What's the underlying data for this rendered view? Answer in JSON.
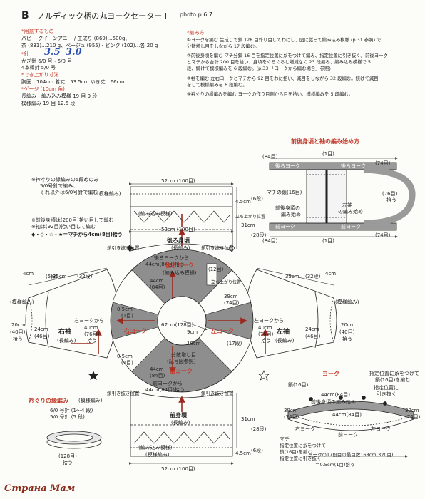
{
  "header": {
    "letter": "B",
    "title": "ノルディック柄の丸ヨークセーター Ⅰ",
    "photo_ref": "photo p.6,7"
  },
  "materials": {
    "heading": "*用意するもの",
    "line1": "パピー クイーンアニー / 生成り (869)…500g、",
    "line2": "茶 (831)…210 g、ベージュ (955)・ピンク (102)…各 20 g",
    "needle_heading": "*針",
    "needle_line1": "かぎ針 6/0 号・5/0 号",
    "needle_line2": "4本棒針 5/0 号",
    "handwritten_1": "3.5",
    "handwritten_2": "3.0",
    "size_heading": "*でき上がり寸法",
    "size_line": "胸囲…104cm 着丈…53.5cm ゆき丈…66cm",
    "gauge_heading": "*ゲージ (10cm 角)",
    "gauge_line1": "長編み・編み込み模様 19 目 9 段",
    "gauge_line2": "模様編み 19 目 12.5 段"
  },
  "method": {
    "heading": "*編み方",
    "step1": "①ヨークを編む 生成りで鎖 128 目作り目してわにし、図に従って編み込み模様 (p.31 参照) で",
    "step1b": "分散増し目をしながら 17 段編む。",
    "step2": "②前後身頃を編む マチ分鎖 16 目を指定位置に糸をつけて編み、指定位置に引き抜く。前後ヨーク",
    "step2b": "とマチから合計 200 目を拾い、身頃をぐるぐると増減なく 23 段編み、編み込み模様で 5",
    "step2c": "段、続けて模様編みを 6 段編む。(p.33 「ヨークから編む場合」参照)",
    "step3": "③袖を編む 左右ヨークとマチから 92 目をわに拾い、減目をしながら 32 段編む。続けて減目",
    "step3b": "をして模様編みを 6 段編む。",
    "step4": "④衿ぐりの縁編みを編む ヨークの作り目側から目を拾い、模様編みを 5 段編む。"
  },
  "notes": {
    "collar_note1": "※衿ぐりの縁編みの5段めのみ",
    "collar_note2": "5/0号針で編み、",
    "collar_note3": "それ以外は6/0号針で編む",
    "body_pickup": "※前後身頃は(200目)拾い目して編む",
    "sleeve_pickup": "※袖は(92目)拾い目して編む",
    "gusset_pickup": "◆・◇・☆・★＝マチから4cm(8目)拾う"
  },
  "diagram": {
    "top_width": "52cm (100目)",
    "top_height": "4.5cm",
    "top_rows": "(6段)",
    "back_border": "(模様編み)",
    "back_jacquard": "(編み込み模様)",
    "back_mid_width": "52cm (100目)",
    "back_title": "後ろ身頃",
    "back_sub": "(長編み)",
    "back_height": "31cm",
    "back_rows": "(28段)",
    "back_rise": "立ち上がり位置",
    "cut_left": "鎖引き抜き位置",
    "cut_right": "鎖引き抜き位置",
    "back_from_yoke": "後ろヨークから",
    "back_from_yoke_count": "44cm(84目)拾う",
    "sleeve_cuff_w": "4cm",
    "sleeve_cuff_rows": "(5段)",
    "sleeve_len": "35cm",
    "sleeve_len_rows": "(32段)",
    "sleeve_top": "24cm",
    "sleeve_top_st": "(46目)",
    "sleeve_cuff": "20cm",
    "sleeve_cuff_st": "(40目)",
    "sleeve_cuff_pick": "拾う",
    "sleeve_border": "(模様編み)",
    "right_sleeve": "右袖",
    "left_sleeve": "左袖",
    "sleeve_sub": "(長編み)",
    "right_from_yoke": "右ヨークから",
    "left_from_yoke": "左ヨークから",
    "from_yoke_len": "40cm",
    "from_yoke_st": "(76目)",
    "from_yoke_pick": "拾う",
    "yoke_back": "後ろヨーク",
    "yoke_back_sub": "(編み込み模様)",
    "yoke_right": "右ヨーク",
    "yoke_left": "左ヨーク",
    "yoke_front": "前ヨーク",
    "yoke_44": "44cm",
    "yoke_84": "(84目)",
    "yoke_12": "(12目)",
    "yoke_05": "0.5cm",
    "yoke_1st": "(1目)",
    "yoke_39": "39cm",
    "yoke_74": "(74目)",
    "yoke_67": "67cm(128目)",
    "yoke_9": "9cm",
    "yoke_18": "18cm",
    "yoke_17": "(17段)",
    "yoke_rise": "立ち上がり位置",
    "yoke_decrease": "分散増し目",
    "yoke_decrease_ref": "(記号図参照)",
    "front_from_yoke": "前ヨークから",
    "front_from_yoke_count": "44cm(84目)拾う",
    "front_title": "前身頃",
    "front_sub": "(長編み)",
    "front_jacquard": "(編み込み模様)",
    "front_border": "(模様編み)",
    "bottom_width": "52cm (100目)",
    "collar_title": "衿ぐりの縁編み",
    "collar_sub": "(模様編み)",
    "collar_n1": "6/0 号針 (1～4 段)",
    "collar_n2": "5/0 号針 (5 段)",
    "collar_pick": "(128目)",
    "collar_pick2": "拾う"
  },
  "inset_top": {
    "title": "前後身頃と袖の編み始め方",
    "back_yoke": "後ろヨーク",
    "front_yoke": "前ヨーク",
    "st84": "(84目)",
    "st74": "(74目)",
    "st1": "(1目)",
    "gusset_chain": "マチの鎖(16目)",
    "body_start": "前後身頃の",
    "body_start2": "編み始め",
    "sleeve_start": "左袖",
    "sleeve_start2": "の編み始め",
    "st76": "(76目)",
    "pick": "拾う"
  },
  "inset_bottom": {
    "yoke": "ヨーク",
    "attach": "指定位置に糸をつけて",
    "chain16": "鎖(16目)を編む",
    "chain16b": "鎖(16目)",
    "pull": "指定位置に",
    "pull2": "引き抜く",
    "start": "前後身頃の編み始め",
    "w44": "44cm(84目)",
    "w39": "39cm",
    "w74": "(74目)",
    "right_yoke": "右ヨーク",
    "left_yoke": "左ヨーク",
    "front_yoke": "前ヨーク",
    "gusset": "マチ",
    "attach2": "指定位置に糸をつけて",
    "chain2": "鎖(16目)を編む",
    "pull3": "指定位置に引き抜く",
    "final_note": "ヨークの17段目の最目数168cm(320目)",
    "legend": "＝0.5cm(1目)拾う"
  },
  "watermark": "Страна Мам",
  "colors": {
    "accent": "#c23a2b",
    "yoke_grey": "#8e8e8e",
    "ink": "#222222",
    "handwriting": "#2a4fb0"
  }
}
